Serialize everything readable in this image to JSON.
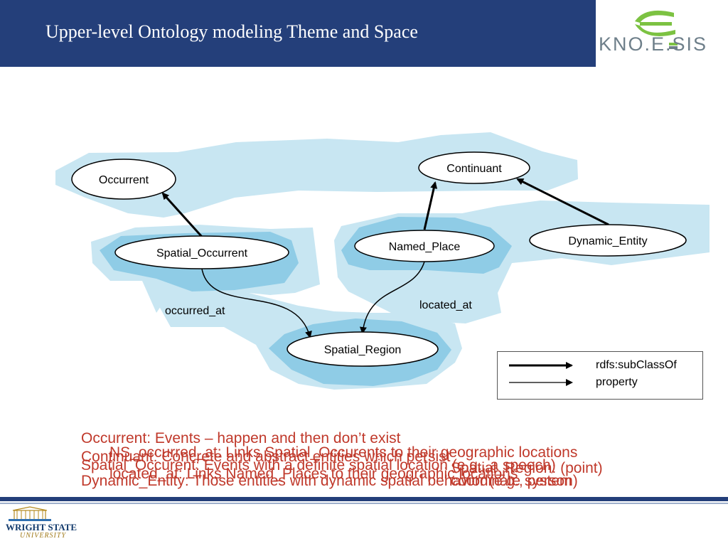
{
  "header": {
    "title": "Upper-level Ontology modeling Theme and Space",
    "logo_text": "KNO.E.SIS"
  },
  "colors": {
    "header_bg": "#243f7a",
    "region_light": "#c8e6f2",
    "region_dark": "#8fcce6",
    "note_text": "#c0392b"
  },
  "diagram": {
    "nodes": [
      {
        "id": "occurrent",
        "label": "Occurrent"
      },
      {
        "id": "continuant",
        "label": "Continuant"
      },
      {
        "id": "spatial_occurrent",
        "label": "Spatial_Occurrent"
      },
      {
        "id": "named_place",
        "label": "Named_Place"
      },
      {
        "id": "dynamic_entity",
        "label": "Dynamic_Entity"
      },
      {
        "id": "spatial_region",
        "label": "Spatial_Region"
      }
    ],
    "edges": [
      {
        "from": "spatial_occurrent",
        "to": "occurrent",
        "type": "subClassOf",
        "label": ""
      },
      {
        "from": "named_place",
        "to": "continuant",
        "type": "subClassOf",
        "label": ""
      },
      {
        "from": "dynamic_entity",
        "to": "continuant",
        "type": "subClassOf",
        "label": ""
      },
      {
        "from": "spatial_occurrent",
        "to": "spatial_region",
        "type": "property",
        "label": "occurred_at"
      },
      {
        "from": "named_place",
        "to": "spatial_region",
        "type": "property",
        "label": "located_at"
      }
    ]
  },
  "legend": {
    "items": [
      {
        "label": "rdfs:subClassOf",
        "style": "thick"
      },
      {
        "label": "property",
        "style": "thin"
      }
    ]
  },
  "notes": [
    "Occurrent: Events – happen and then don’t exist",
    "NS_occurred_at: Links Spatial_Occurents to their geographic locations",
    "Continuant: Concrete and abstract entities which persist",
    "Spatial_Occurent: Events with a definite spatial location (e.g., a speech)",
    "located_at: Links Named_Places to their geographic locations",
    "Dynamic_Entity: Those entities with dynamic spatial behavior (e.g., person)",
    "coordinate system",
    "Spatial_Region: (point)"
  ],
  "footer": {
    "university_line1": "WRIGHT STATE",
    "university_line2": "UNIVERSITY"
  }
}
